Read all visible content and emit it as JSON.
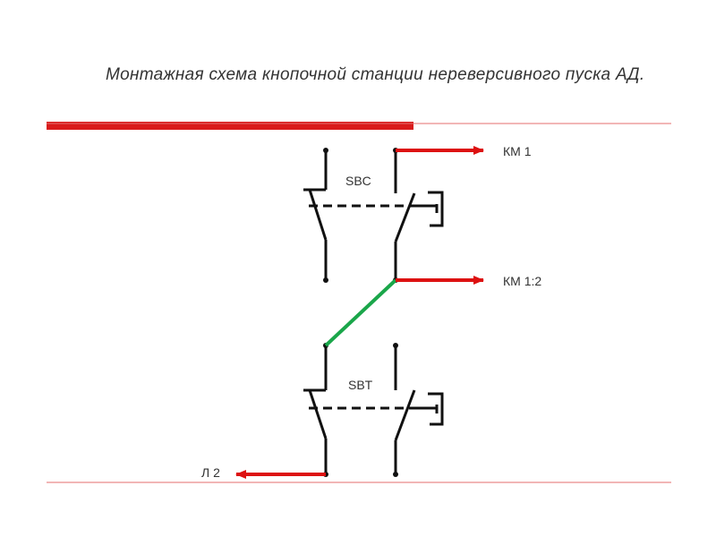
{
  "page": {
    "title": "Монтажная схема кнопочной станции нереверсивного пуска АД."
  },
  "diagram": {
    "labels": {
      "sbc": "SBC",
      "sbt": "SBT",
      "km1": "КМ 1",
      "km12": "КМ 1:2",
      "l2": "Л 2"
    },
    "colors": {
      "wire": "#111111",
      "arrow": "#dd1111",
      "jumper": "#1aa64a",
      "band": "#d91c1c",
      "rule": "#e46e6e"
    }
  }
}
